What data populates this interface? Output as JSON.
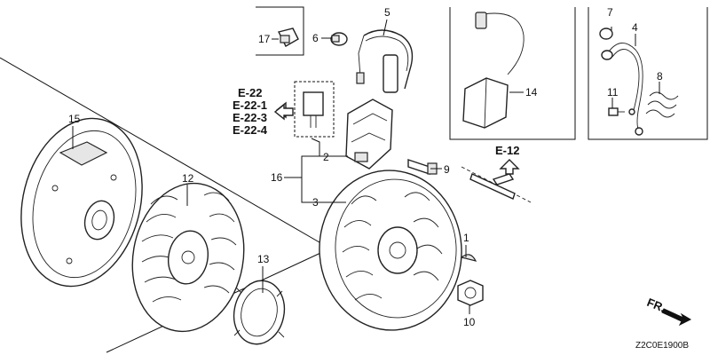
{
  "callouts": {
    "c1": "1",
    "c2": "2",
    "c3": "3",
    "c4": "4",
    "c5": "5",
    "c6": "6",
    "c7": "7",
    "c8": "8",
    "c9": "9",
    "c10": "10",
    "c11": "11",
    "c12": "12",
    "c13": "13",
    "c14": "14",
    "c15": "15",
    "c16": "16",
    "c17": "17"
  },
  "references": {
    "e22": "E-22",
    "e22_1": "E-22-1",
    "e22_3": "E-22-3",
    "e22_4": "E-22-4",
    "e12": "E-12"
  },
  "direction": {
    "label": "FR."
  },
  "diagram_code": "Z2C0E1900B"
}
